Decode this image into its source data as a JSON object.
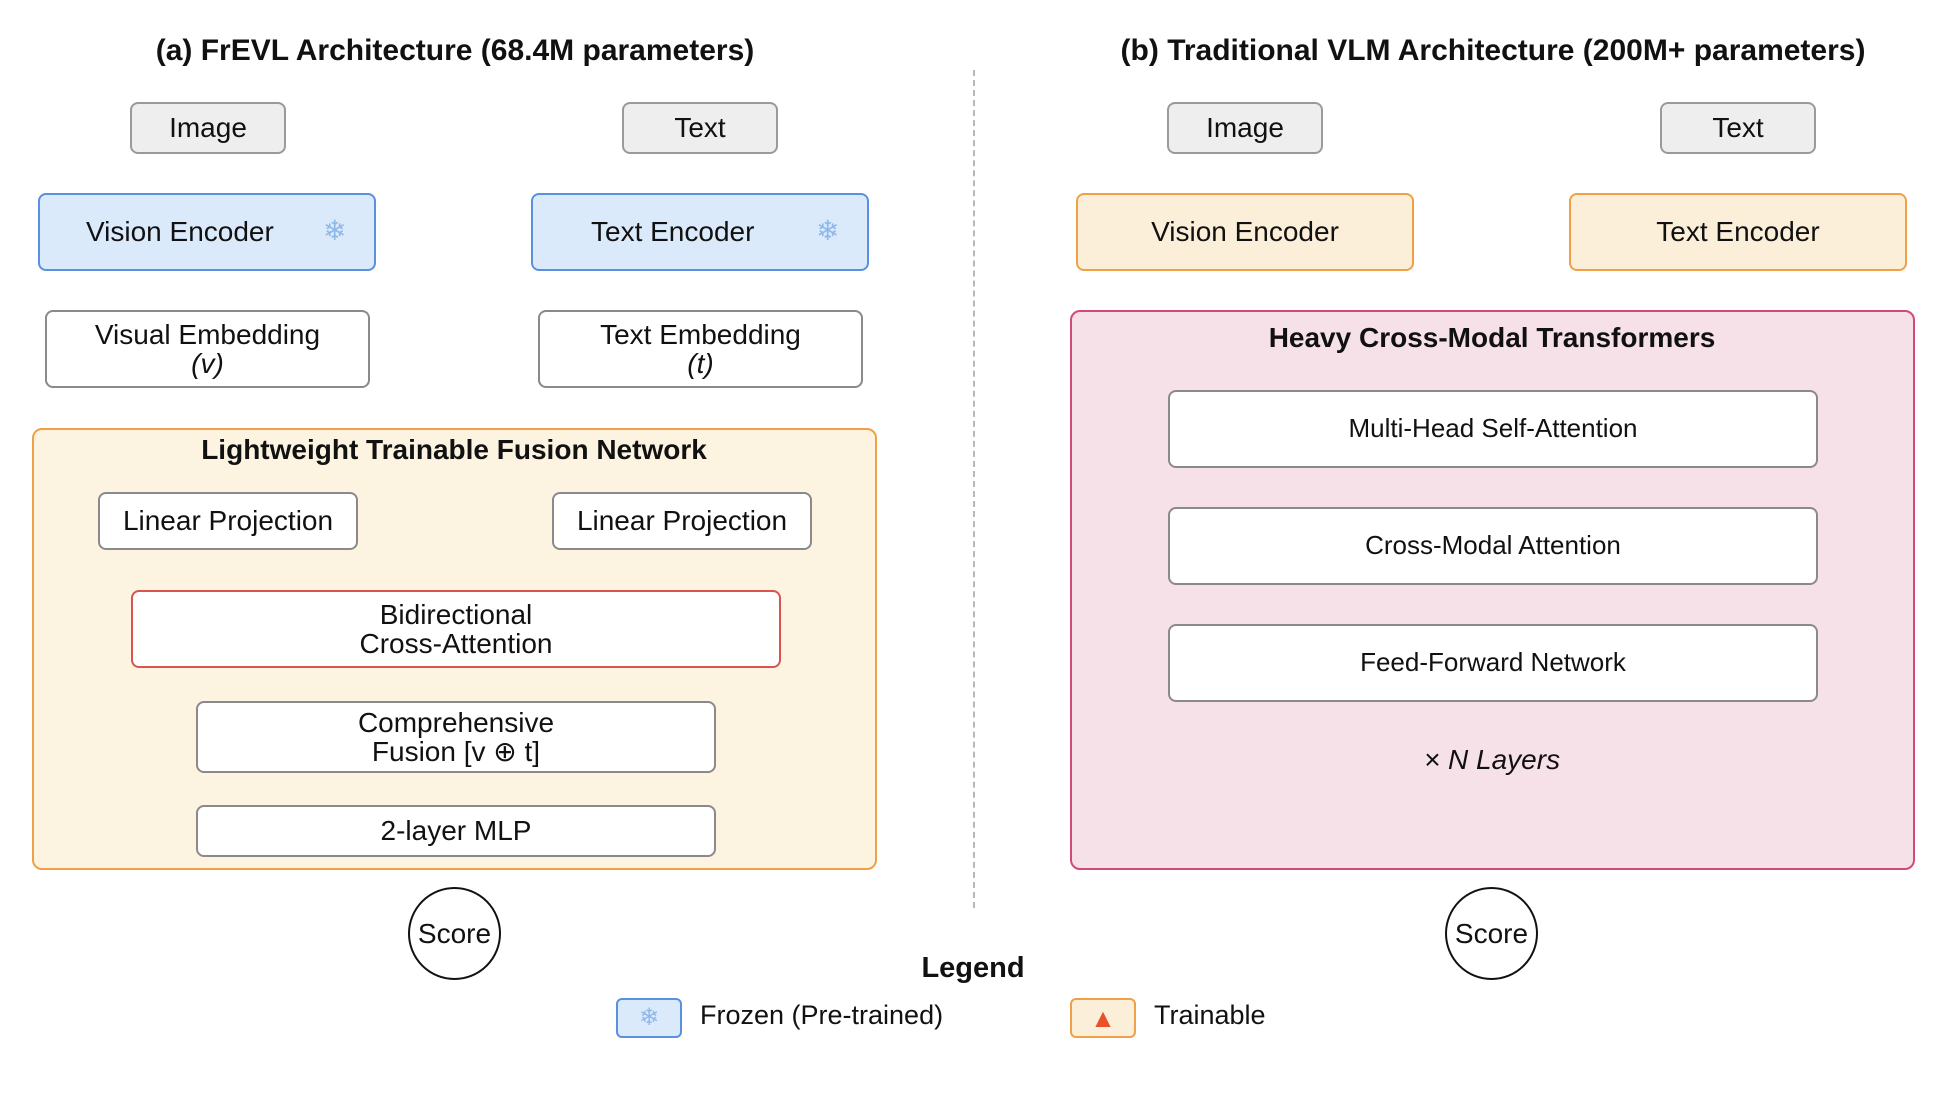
{
  "left": {
    "title": "(a) FrEVL Architecture (68.4M parameters)",
    "image_label": "Image",
    "text_label": "Text",
    "vision_encoder": "Vision Encoder",
    "text_encoder": "Text Encoder",
    "visual_embedding": {
      "line1": "Visual Embedding",
      "line2": "(v)"
    },
    "text_embedding": {
      "line1": "Text Embedding",
      "line2": "(t)"
    },
    "fusion": {
      "title": "Lightweight Trainable Fusion Network",
      "linear_projection_left": "Linear Projection",
      "linear_projection_right": "Linear Projection",
      "bidirectional": {
        "line1": "Bidirectional",
        "line2": "Cross-Attention"
      },
      "comprehensive": {
        "line1": "Comprehensive",
        "line2": "Fusion [v ⊕ t]"
      },
      "mlp": "2-layer MLP"
    },
    "score": "Score"
  },
  "right": {
    "title": "(b) Traditional VLM Architecture (200M+ parameters)",
    "image_label": "Image",
    "text_label": "Text",
    "vision_encoder": "Vision Encoder",
    "text_encoder": "Text Encoder",
    "transformers": {
      "title": "Heavy Cross-Modal Transformers",
      "mhsa": "Multi-Head Self-Attention",
      "cross_modal": "Cross-Modal Attention",
      "ffn": "Feed-Forward Network",
      "layers": "× N Layers"
    },
    "score": "Score"
  },
  "legend": {
    "title": "Legend",
    "frozen": "Frozen (Pre-trained)",
    "trainable": "Trainable"
  },
  "icons": {
    "frozen": "snowflake-icon",
    "trainable": "fire-icon"
  },
  "colors": {
    "frozen_fill": "#dbeafb",
    "frozen_border": "#5b8fe0",
    "trainable_fill": "#fcefd9",
    "trainable_border": "#f0a046",
    "heavy_fill": "#f7e1e8",
    "heavy_border": "#d24a76",
    "attention_border": "#d9534f"
  }
}
